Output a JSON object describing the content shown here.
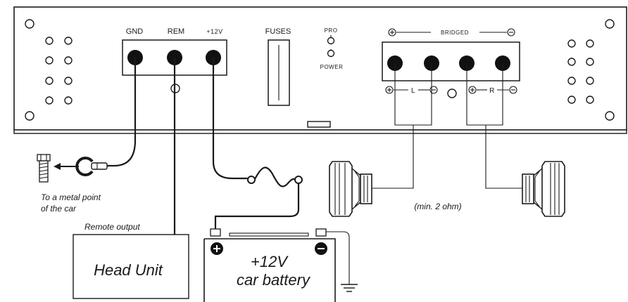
{
  "amplifier": {
    "power_terminals": [
      "GND",
      "REM",
      "+12V"
    ],
    "fuses_label": "FUSES",
    "indicator_top": "PRO",
    "indicator_bottom": "POWER",
    "bridged_label": "BRIDGED",
    "left_channel": "L",
    "right_channel": "R"
  },
  "ground_note": [
    "To a metal point",
    "of the car"
  ],
  "head_unit": {
    "remote_label": "Remote output",
    "name": "Head Unit"
  },
  "battery": {
    "voltage": "+12V",
    "name": "car battery"
  },
  "speaker_note": "(min. 2 ohm)"
}
